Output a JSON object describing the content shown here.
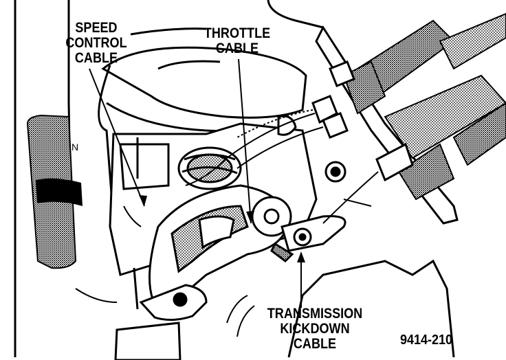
{
  "labels": {
    "speed_control": [
      "SPEED",
      "CONTROL",
      "CABLE"
    ],
    "throttle": [
      "THROTTLE",
      "CABLE"
    ],
    "transmission": [
      "TRANSMISSION",
      "KICKDOWN",
      "CABLE"
    ]
  },
  "figure_number": "9414-210",
  "engine_mark": "N",
  "colors": {
    "ink": "#000000",
    "paper": "#ffffff",
    "shade": "#9a9a9a"
  }
}
